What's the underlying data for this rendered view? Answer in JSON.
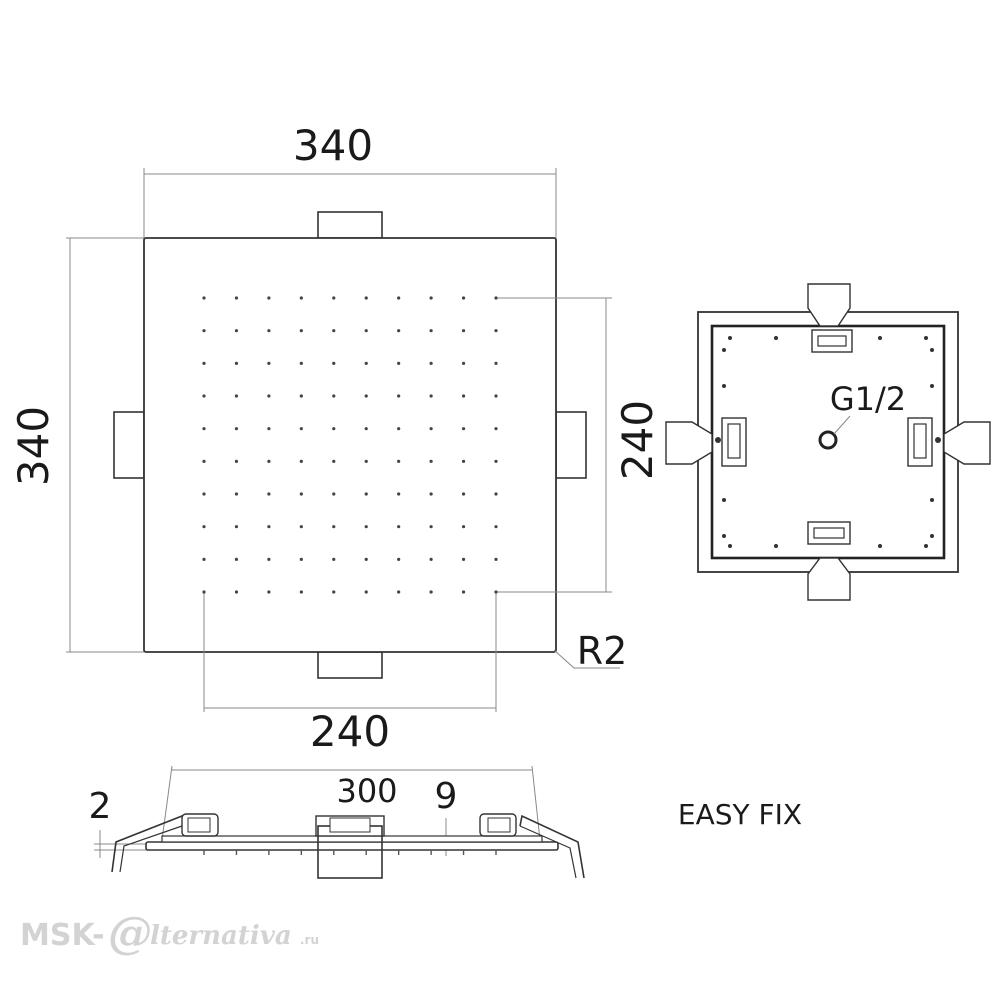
{
  "diagram": {
    "top_view": {
      "width_dim": "340",
      "height_dim": "340",
      "nozzle_width_dim": "240",
      "nozzle_height_dim": "240",
      "radius_label": "R2",
      "nozzle_rows": 10,
      "nozzle_cols": 10
    },
    "back_view": {
      "thread_label": "G1/2"
    },
    "side_view": {
      "span_dim": "300",
      "plate_thickness_dim": "2",
      "height_dim": "9",
      "caption": "EASY FIX"
    },
    "watermark": {
      "prefix": "MSK-",
      "at": "@",
      "suffix": "lternativa",
      "tld": ".ru"
    }
  }
}
